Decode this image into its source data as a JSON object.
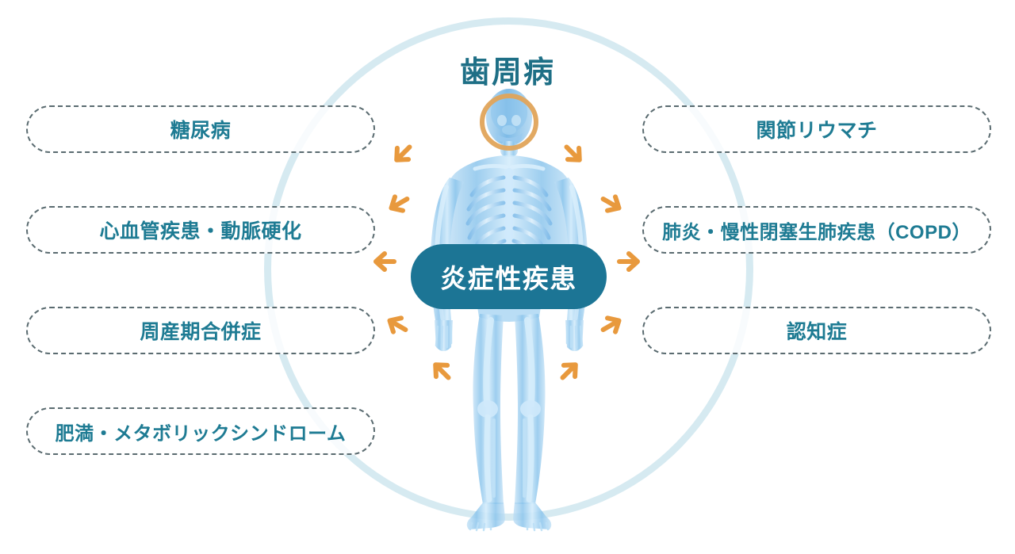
{
  "title": "歯周病",
  "center_badge": {
    "label": "炎症性疾患"
  },
  "colors": {
    "title_teal": "#1e6f86",
    "badge_teal": "#1c7595",
    "pill_text_teal": "#1e7b93",
    "pill_border": "#5a6b70",
    "arrow_orange": "#e8993d",
    "ring_pale_blue": "#d6eaf1",
    "body_blue": "#5aa9e0",
    "highlight_orange": "#e0a45a"
  },
  "left_diseases": [
    {
      "label": "糖尿病"
    },
    {
      "label": "心血管疾患・動脈硬化"
    },
    {
      "label": "周産期合併症"
    },
    {
      "label": "肥満・メタボリックシンドローム"
    }
  ],
  "right_diseases": [
    {
      "label": "関節リウマチ"
    },
    {
      "label": "肺炎・慢性閉塞生肺疾患（COPD）"
    },
    {
      "label": "認知症"
    }
  ],
  "arrows": [
    {
      "name": "arrow-upper-left",
      "direction": "up-left"
    },
    {
      "name": "arrow-upper-right",
      "direction": "up-right"
    },
    {
      "name": "arrow-mid-left",
      "direction": "up-left"
    },
    {
      "name": "arrow-mid-right",
      "direction": "up-right"
    },
    {
      "name": "arrow-left",
      "direction": "left"
    },
    {
      "name": "arrow-right",
      "direction": "right"
    },
    {
      "name": "arrow-lower-left",
      "direction": "down-left"
    },
    {
      "name": "arrow-lower-right",
      "direction": "down-right"
    },
    {
      "name": "arrow-bottom-left",
      "direction": "down-left"
    },
    {
      "name": "arrow-bottom-right",
      "direction": "down-right"
    }
  ],
  "figure": {
    "description": "human-anatomy-figure",
    "highlight_region": "mouth-jaw-ring"
  }
}
